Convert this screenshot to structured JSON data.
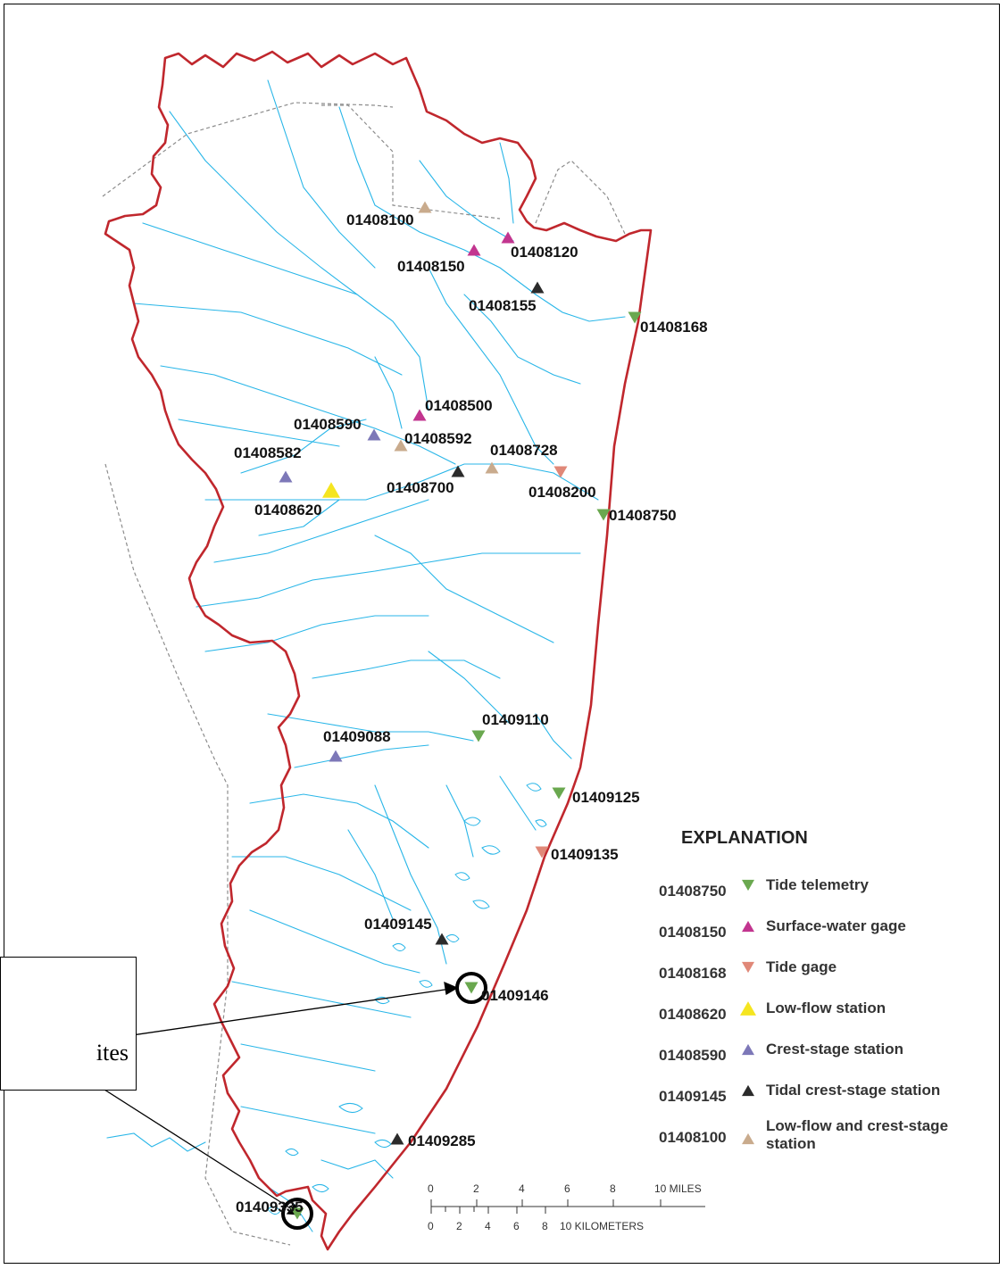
{
  "stations": [
    {
      "id": "01408100",
      "type": "lowflow_crest",
      "label_side": "left"
    },
    {
      "id": "01408120",
      "type": "surface",
      "label_side": "right"
    },
    {
      "id": "01408150",
      "type": "surface",
      "label_side": "left"
    },
    {
      "id": "01408155",
      "type": "tidal_crest",
      "label_side": "below"
    },
    {
      "id": "01408168",
      "type": "tide_telemetry",
      "label_side": "right"
    },
    {
      "id": "01408500",
      "type": "surface",
      "label_side": "right"
    },
    {
      "id": "01408590",
      "type": "crest",
      "label_side": "left"
    },
    {
      "id": "01408592",
      "type": "lowflow_crest",
      "label_side": "right"
    },
    {
      "id": "01408728",
      "type": "lowflow_crest",
      "label_side": "above"
    },
    {
      "id": "01408582",
      "type": "crest",
      "label_side": "above"
    },
    {
      "id": "01408700",
      "type": "tidal_crest",
      "label_side": "below"
    },
    {
      "id": "01408200",
      "type": "tide_gage",
      "label_side": "below"
    },
    {
      "id": "01408620",
      "type": "lowflow",
      "label_side": "below"
    },
    {
      "id": "01408750",
      "type": "tide_telemetry",
      "label_side": "right"
    },
    {
      "id": "01409110",
      "type": "tide_telemetry",
      "label_side": "above"
    },
    {
      "id": "01409088",
      "type": "crest",
      "label_side": "above"
    },
    {
      "id": "01409125",
      "type": "tide_telemetry",
      "label_side": "right"
    },
    {
      "id": "01409135",
      "type": "tide_gage",
      "label_side": "right"
    },
    {
      "id": "01409145",
      "type": "tidal_crest",
      "label_side": "left"
    },
    {
      "id": "01409146",
      "type": "tide_telemetry",
      "label_side": "right"
    },
    {
      "id": "01409285",
      "type": "tidal_crest",
      "label_side": "right"
    },
    {
      "id": "01409335",
      "type": "tide_telemetry",
      "label_side": "left"
    }
  ],
  "station_types": {
    "tide_telemetry": {
      "color": "#6aa84f",
      "direction": "down"
    },
    "surface": {
      "color": "#c2358f",
      "direction": "up"
    },
    "tide_gage": {
      "color": "#e08878",
      "direction": "down"
    },
    "lowflow": {
      "color": "#f5e520",
      "direction": "up"
    },
    "crest": {
      "color": "#7d78b8",
      "direction": "up"
    },
    "tidal_crest": {
      "color": "#2b2b2b",
      "direction": "up"
    },
    "lowflow_crest": {
      "color": "#c9ab8d",
      "direction": "up"
    }
  },
  "highlighted_sites": [
    "01409146",
    "01409335"
  ],
  "legend": {
    "title": "EXPLANATION",
    "items": [
      {
        "id": "01408750",
        "type": "tide_telemetry",
        "lines": [
          "Tide telemetry"
        ]
      },
      {
        "id": "01408150",
        "type": "surface",
        "lines": [
          "Surface-water gage"
        ]
      },
      {
        "id": "01408168",
        "type": "tide_gage",
        "lines": [
          "Tide gage"
        ]
      },
      {
        "id": "01408620",
        "type": "lowflow",
        "lines": [
          "Low-flow station"
        ]
      },
      {
        "id": "01408590",
        "type": "crest",
        "lines": [
          "Crest-stage station"
        ]
      },
      {
        "id": "01409145",
        "type": "tidal_crest",
        "lines": [
          "Tidal crest-stage station"
        ]
      },
      {
        "id": "01408100",
        "type": "lowflow_crest",
        "lines": [
          "Low-flow and crest-stage",
          "station"
        ]
      }
    ]
  },
  "scale_bar": {
    "miles_ticks": [
      "0",
      "2",
      "4",
      "6",
      "8"
    ],
    "miles_unit": "10 MILES",
    "km_ticks": [
      "0",
      "2",
      "4",
      "6",
      "8"
    ],
    "km_unit": "10 KILOMETERS"
  },
  "callout": {
    "text": "ites"
  },
  "colors": {
    "boundary": "#c0272d",
    "streams": "#29b6e8",
    "county_lines": "#8c8c8c"
  }
}
